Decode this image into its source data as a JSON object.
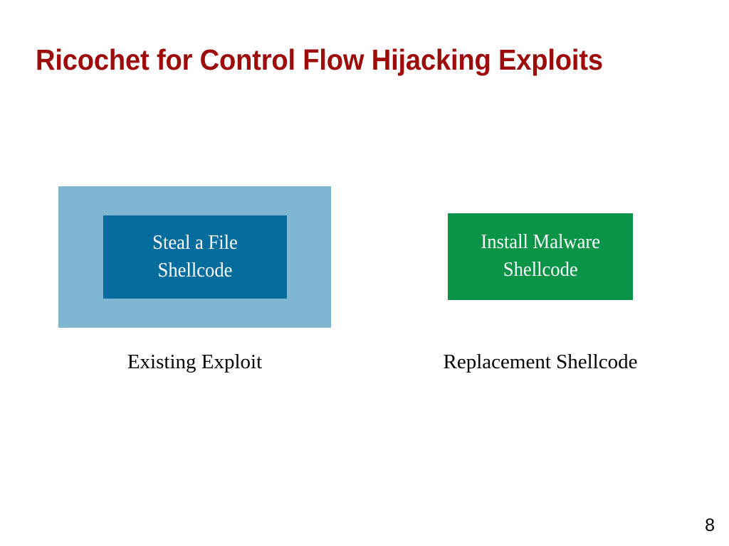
{
  "slide": {
    "title": "Ricochet for Control Flow Hijacking Exploits",
    "title_color": "#9E0B0B",
    "background_color": "#FFFFFF",
    "page_number": "8"
  },
  "diagram": {
    "existing_exploit": {
      "outer_box": {
        "fill": "#7FB7D3",
        "label": ""
      },
      "inner_box": {
        "fill": "#046D9E",
        "label": "Steal a File\nShellcode",
        "text_color": "#FFFFFF"
      },
      "caption": "Existing Exploit",
      "caption_color": "#000000"
    },
    "replacement_shellcode": {
      "box": {
        "fill": "#099448",
        "label": "Install Malware\nShellcode",
        "text_color": "#FFFFFF"
      },
      "caption": "Replacement Shellcode",
      "caption_color": "#000000"
    }
  }
}
